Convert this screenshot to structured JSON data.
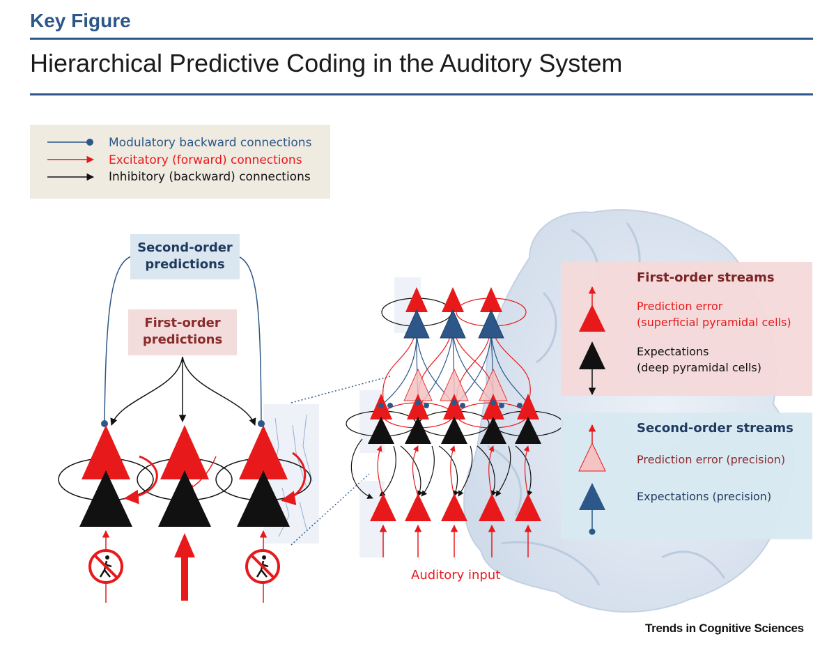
{
  "header": {
    "label": "Key Figure",
    "title": "Hierarchical Predictive Coding in the Auditory System"
  },
  "legend": {
    "items": [
      {
        "label": "Modulatory backward connections",
        "color": "#2c5788",
        "marker": "dot"
      },
      {
        "label": "Excitatory (forward) connections",
        "color": "#e8191b",
        "marker": "arrow"
      },
      {
        "label": "Inhibitory (backward) connections",
        "color": "#111111",
        "marker": "arrow"
      }
    ]
  },
  "left_diagram": {
    "second_order_label": "Second-order\npredictions",
    "first_order_label": "First-order\npredictions",
    "no_walking_icons": [
      "no-pedestrian-icon",
      "no-pedestrian-icon"
    ]
  },
  "middle_diagram": {
    "input_label": "Auditory input"
  },
  "first_order_panel": {
    "title": "First-order streams",
    "prediction_error": "Prediction error\n(superficial pyramidal cells)",
    "expectations": "Expectations\n(deep pyramidal cells)"
  },
  "second_order_panel": {
    "title": "Second-order streams",
    "prediction_error": "Prediction error (precision)",
    "expectations": "Expectations (precision)"
  },
  "colors": {
    "blue": "#2c5788",
    "red": "#e8191b",
    "black": "#111111",
    "pink_panel": "#f4d9d9",
    "blue_panel": "#d8e9f1",
    "legend_bg": "#efebe1"
  },
  "source": "Trends in Cognitive Sciences"
}
